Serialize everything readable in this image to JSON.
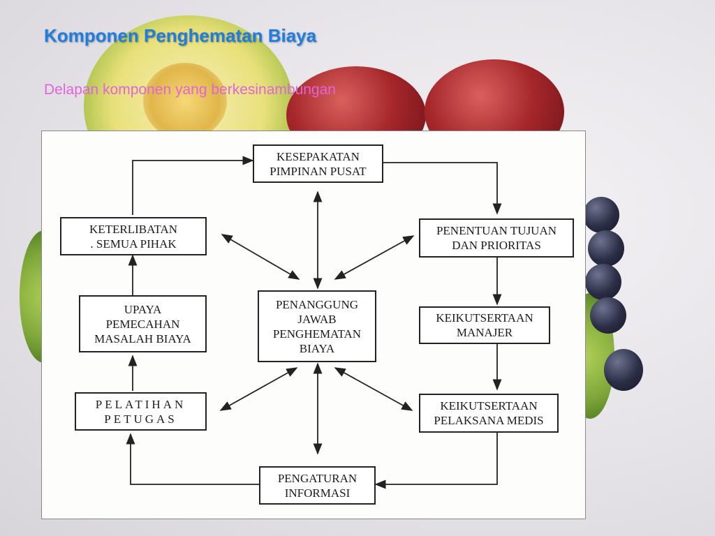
{
  "title": "Komponen Penghematan Biaya",
  "subtitle": "Delapan komponen yang berkesinambungan",
  "diagram": {
    "center": "PENANGGUNG\nJAWAB\nPENGHEMATAN\nBIAYA",
    "nodes": {
      "kesepakatan": "KESEPAKATAN\nPIMPINAN PUSAT",
      "penentuan": "PENENTUAN TUJUAN\nDAN PRIORITAS",
      "keikutsertaan_manajer": "KEIKUTSERTAAN\nMANAJER",
      "keikutsertaan_pelaksana": "KEIKUTSERTAAN\nPELAKSANA MEDIS",
      "pengaturan": "PENGATURAN\nINFORMASI",
      "pelatihan": "PELATIHAN\nPETUGAS",
      "upaya": "UPAYA\nPEMECAHAN\nMASALAH BIAYA",
      "keterlibatan": "KETERLIBATAN\n. SEMUA PIHAK"
    }
  }
}
